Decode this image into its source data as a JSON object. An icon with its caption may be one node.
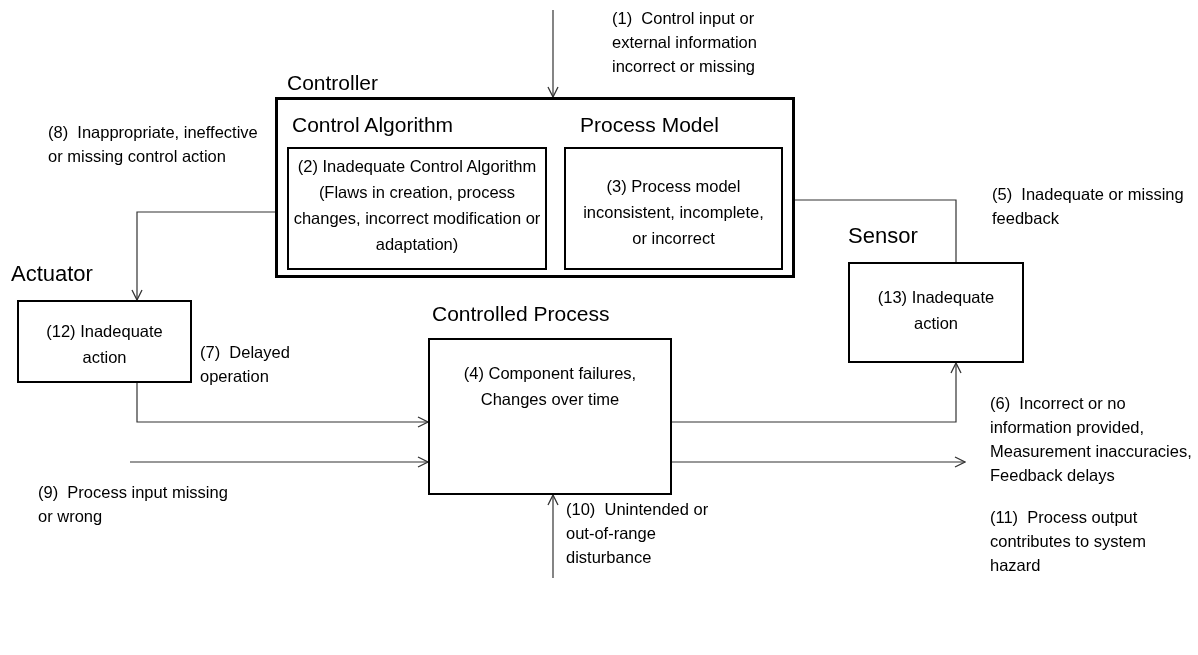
{
  "diagram": {
    "nodes": [
      {
        "text": [
          "Controller"
        ]
      },
      {
        "text": [
          "Control Algorithm",
          "(2) Inadequate Control Algorithm (Flaws in creation, process changes, incorrect modification or adaptation)"
        ],
        "in": 0
      },
      {
        "text": [
          "Process Model",
          "(3)  Process model inconsistent, incomplete, or incorrect"
        ],
        "in": 0
      },
      {
        "text": [
          "Actuator",
          "(12) Inadequate action"
        ]
      },
      {
        "text": [
          "Sensor",
          "(13) Inadequate action"
        ]
      },
      {
        "text": [
          "Controlled Process",
          "(4) Component failures, Changes over time"
        ]
      }
    ],
    "edges": [
      {
        "from": null,
        "to": 0,
        "arrow": "to",
        "label": "(1)  Control input or external information incorrect or missing"
      },
      {
        "from": 0,
        "to": 3,
        "arrow": "to",
        "label": "(8)  Inappropriate, ineffective or missing control action"
      },
      {
        "from": 4,
        "to": 2,
        "arrow": "to",
        "label": "(5)  Inadequate or missing feedback"
      },
      {
        "from": 3,
        "to": 5,
        "arrow": "to",
        "label": "(7)  Delayed operation"
      },
      {
        "from": 5,
        "to": 4,
        "arrow": "to",
        "label": "(6)  Incorrect or no information provided, Measurement inaccuracies, Feedback delays"
      },
      {
        "from": null,
        "to": 5,
        "arrow": "to",
        "label": "(9)  Process input missing or wrong"
      },
      {
        "from": 5,
        "to": null,
        "arrow": "to",
        "label": "(11)  Process output contributes to system hazard"
      },
      {
        "from": null,
        "to": 5,
        "arrow": "to",
        "label": "(10)  Unintended or out-of-range disturbance"
      }
    ]
  }
}
